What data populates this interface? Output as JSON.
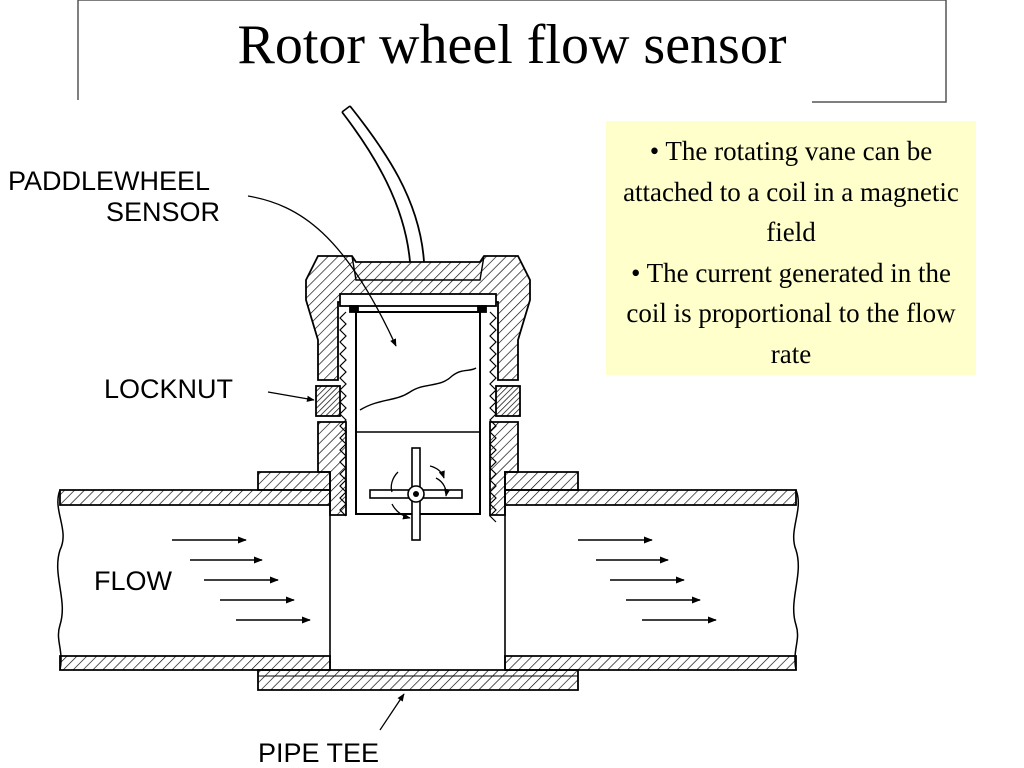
{
  "slide": {
    "title": "Rotor wheel flow sensor"
  },
  "note": {
    "bullets": [
      "• The rotating vane can be attached to a coil in a magnetic field",
      "• The current generated in the coil is proportional to the flow rate"
    ]
  },
  "diagram": {
    "labels": {
      "sensor_line1": "PADDLEWHEEL",
      "sensor_line2": "SENSOR",
      "locknut": "LOCKNUT",
      "flow": "FLOW",
      "pipe_tee": "PIPE TEE"
    }
  },
  "colors": {
    "note_background": "#ffffcc",
    "line": "#000000"
  }
}
